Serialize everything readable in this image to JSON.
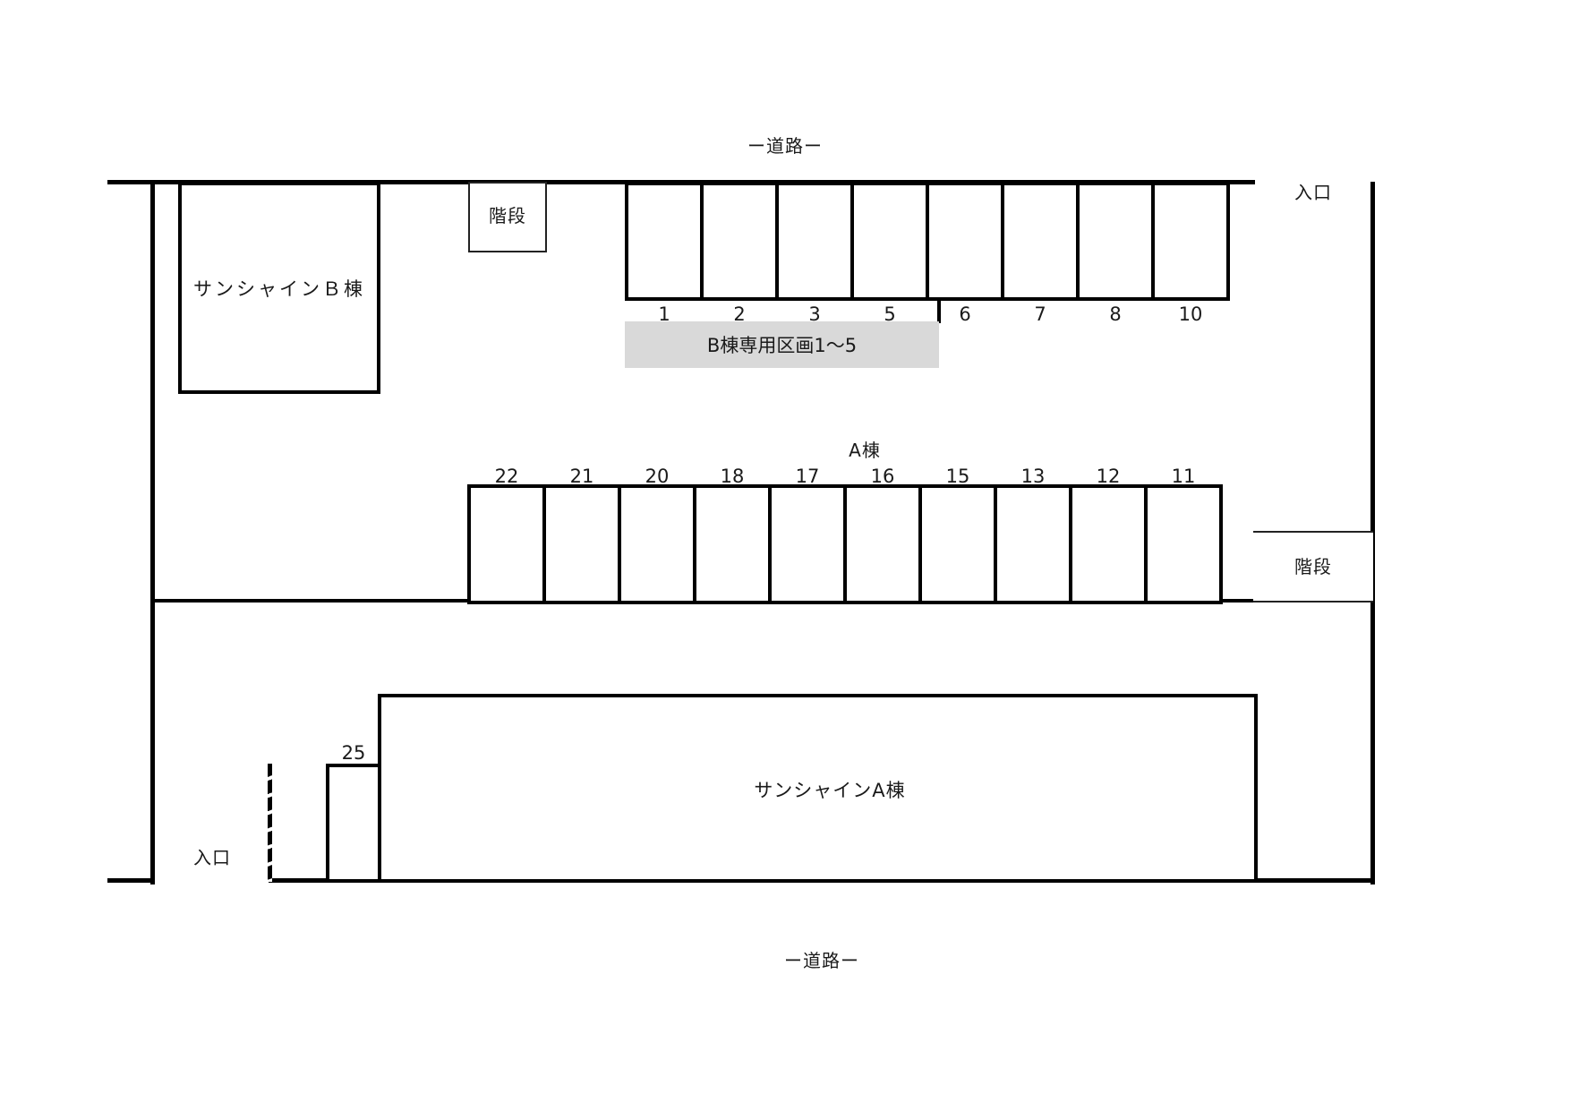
{
  "road_top": {
    "label": "ー道路ー"
  },
  "road_bottom": {
    "label": "ー道路ー"
  },
  "entrances": [
    {
      "id": "entrance-top-right",
      "label": "入口"
    },
    {
      "id": "entrance-bottom-left",
      "label": "入口"
    }
  ],
  "buildings": {
    "b": {
      "label": "サンシャインＢ棟"
    },
    "a": {
      "label": "サンシャインA棟"
    },
    "a_row_label": "A棟"
  },
  "stairs": [
    {
      "id": "stairs-top",
      "label": "階段"
    },
    {
      "id": "stairs-right",
      "label": "階段"
    }
  ],
  "top_row": {
    "slots": [
      "1",
      "2",
      "3",
      "5",
      "6",
      "7",
      "8",
      "10"
    ]
  },
  "b_reserved": {
    "label": "B棟専用区画1〜5"
  },
  "middle_row": {
    "slots": [
      "22",
      "21",
      "20",
      "18",
      "17",
      "16",
      "15",
      "13",
      "12",
      "11"
    ]
  },
  "single_slot": {
    "label": "25"
  },
  "colors": {
    "line": "#000000",
    "reserved_fill": "#d9d9d9",
    "background": "#ffffff"
  }
}
